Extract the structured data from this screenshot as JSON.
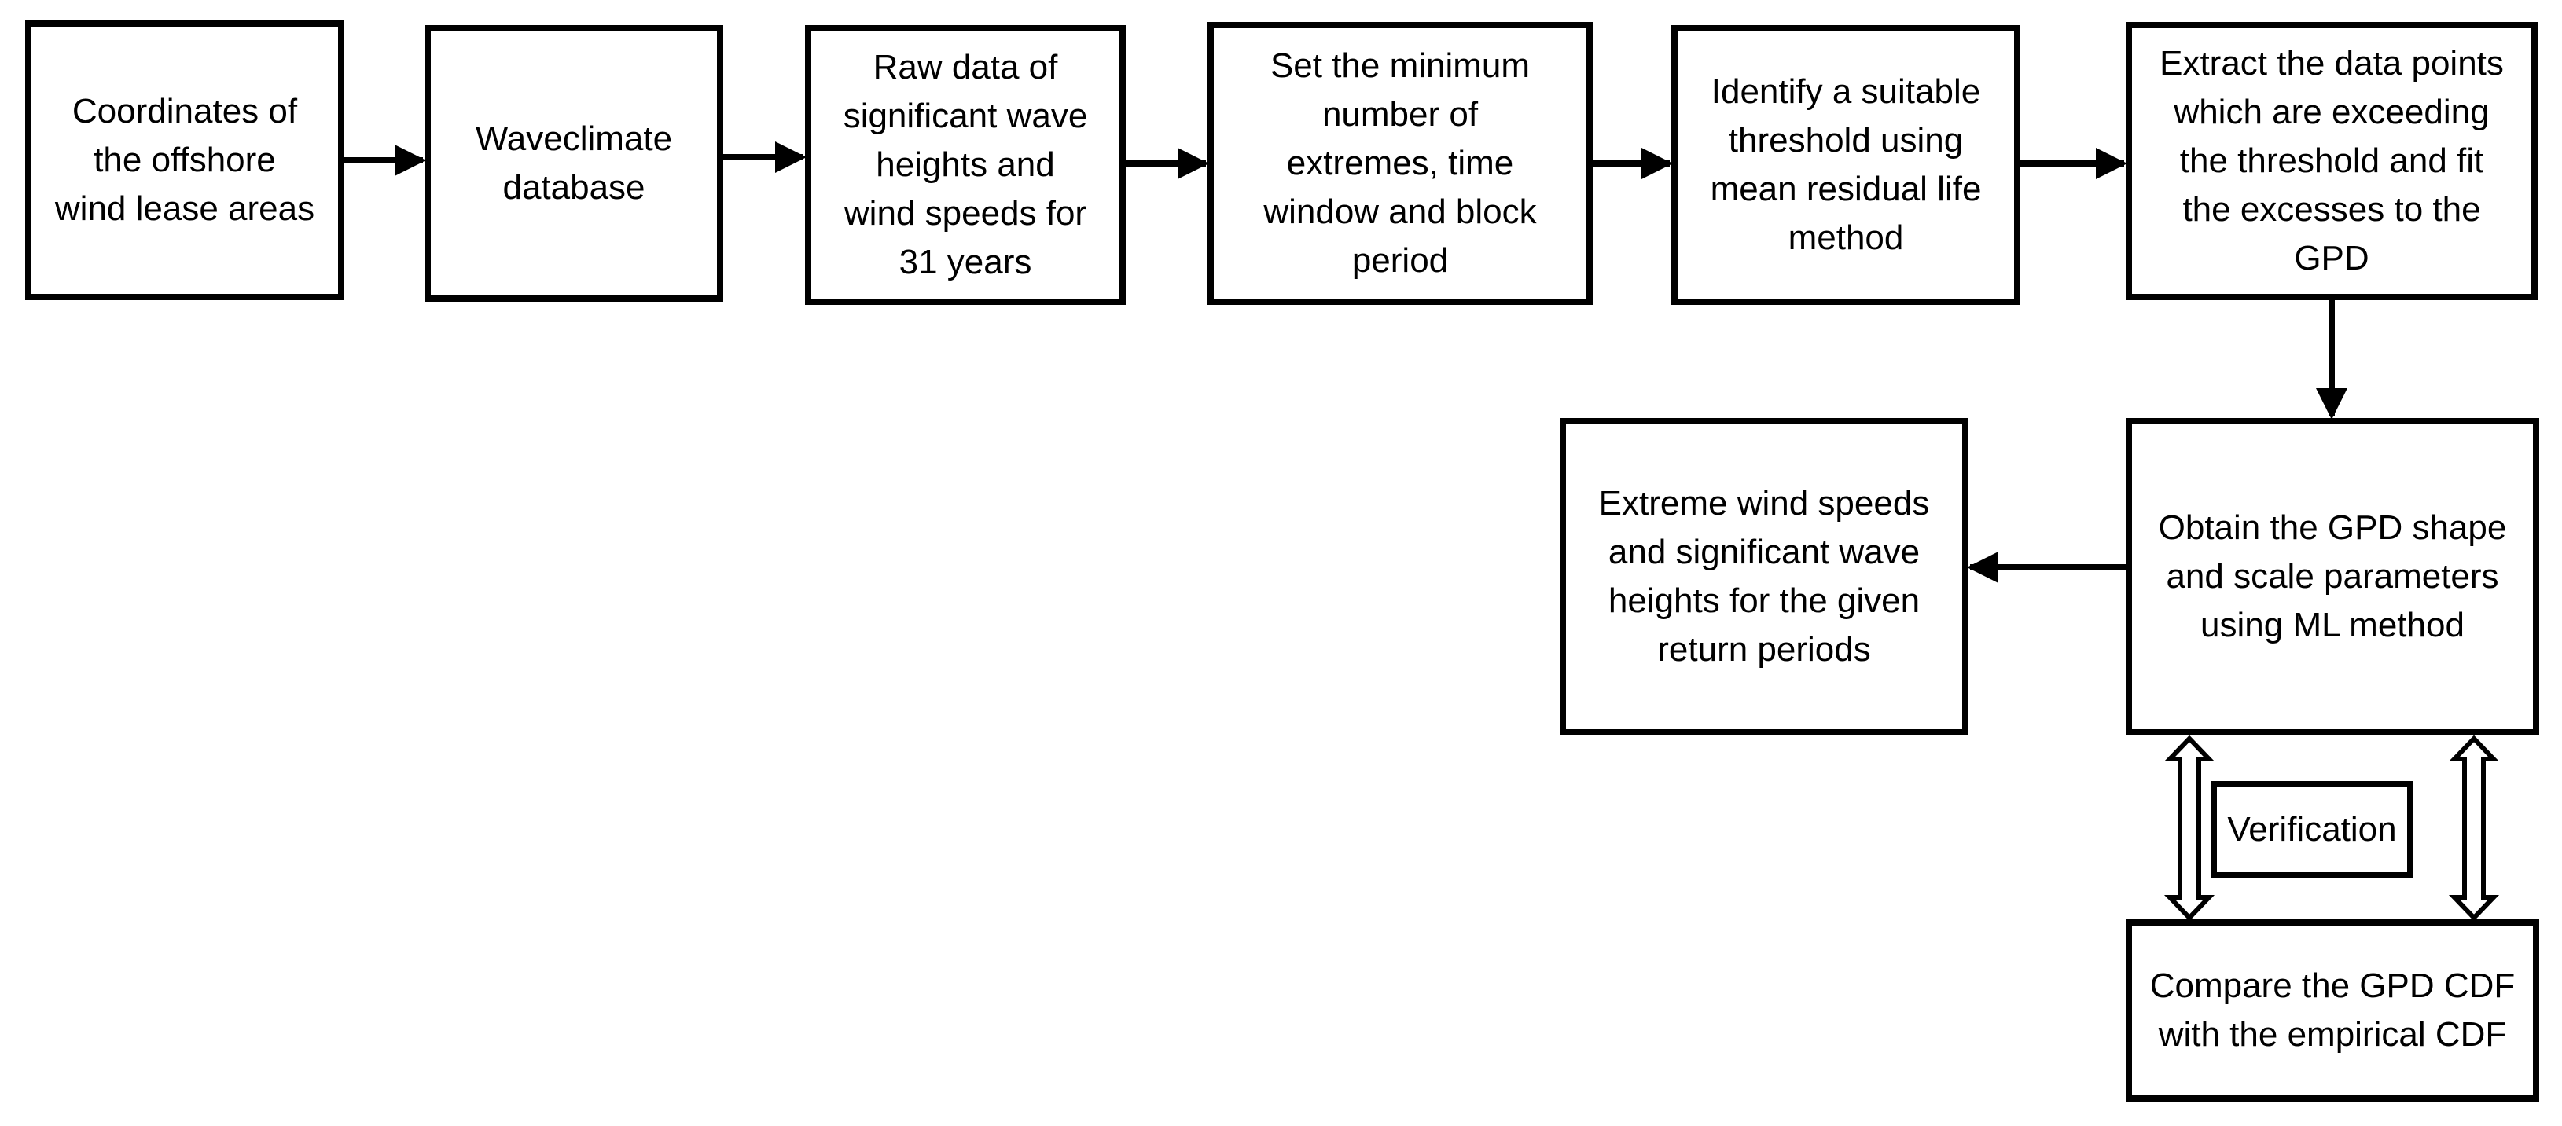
{
  "boxes": {
    "coordinates": "Coordinates of\nthe offshore\nwind lease areas",
    "waveclimate": "Waveclimate\ndatabase",
    "raw_data": "Raw data of\nsignificant wave\nheights and\nwind speeds for\n31 years",
    "set_minimum": "Set the minimum\nnumber of\nextremes, time\nwindow and block\nperiod",
    "identify_threshold": "Identify a suitable\nthreshold using\nmean residual life\nmethod",
    "extract_points": "Extract the data points\nwhich are exceeding\nthe threshold and fit\nthe excesses to the\nGPD",
    "extreme_values": "Extreme wind speeds\nand significant wave\nheights for the given\nreturn periods",
    "obtain_gpd": "Obtain the GPD shape\nand scale parameters\nusing ML method",
    "verification": "Verification",
    "compare_cdf": "Compare the GPD CDF\nwith the empirical CDF"
  },
  "colors": {
    "stroke": "#000000",
    "background": "#ffffff"
  }
}
